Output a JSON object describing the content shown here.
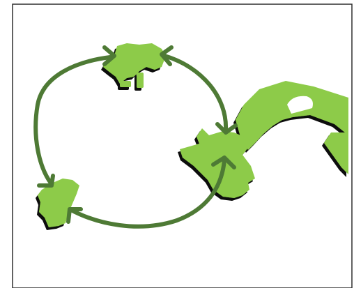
{
  "diagram": {
    "colors": {
      "background": "#ffffff",
      "frame": "#2e2e2e",
      "land_fill": "#8dcb4a",
      "land_shadow": "#101010",
      "arrow": "#4e7a35"
    },
    "nodes": [
      {
        "id": "top",
        "icon": "green-map-fragment"
      },
      {
        "id": "left",
        "icon": "green-map-fragment"
      },
      {
        "id": "right",
        "icon": "green-map-fragment-large"
      }
    ],
    "edges": [
      {
        "from": "top",
        "to": "left",
        "arrowhead_at": "both"
      },
      {
        "from": "left",
        "to": "right",
        "arrowhead_at": "both"
      },
      {
        "from": "top",
        "to": "right",
        "arrowhead_at": "both"
      }
    ]
  }
}
